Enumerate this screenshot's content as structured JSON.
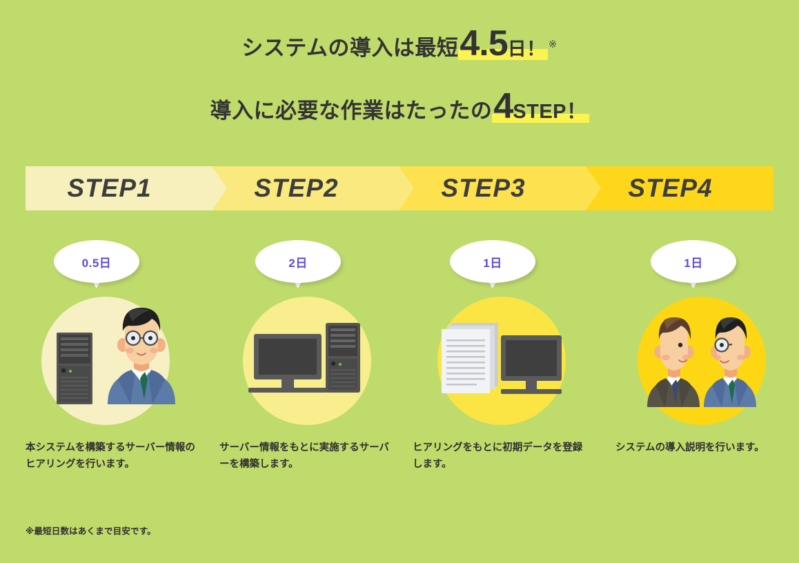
{
  "page": {
    "background_color": "#bfdb6b",
    "highlight_color": "#fbf350",
    "text_color": "#333333"
  },
  "headlines": {
    "line1": {
      "lead": "システムの導入は最短",
      "number": "4.5",
      "unit": "日！",
      "note_mark": "※"
    },
    "line2": {
      "lead": "導入に必要な作業はたったの",
      "number": "4",
      "unit": "STEP！"
    }
  },
  "step_banner": {
    "steps": [
      {
        "label": "STEP1",
        "color": "#f7f0bc",
        "arrow_color": "#f7f0bc"
      },
      {
        "label": "STEP2",
        "color": "#fae97f",
        "arrow_color": "#fae97f"
      },
      {
        "label": "STEP3",
        "color": "#fde14f",
        "arrow_color": "#fde14f"
      },
      {
        "label": "STEP4",
        "color": "#fed71c",
        "arrow_color": "#fed71c"
      }
    ]
  },
  "columns": [
    {
      "duration": "0.5日",
      "circle_color": "#f6f0c4",
      "illustration": "server-and-person-icon",
      "caption": "本システムを構築するサーバー情報のヒアリングを行います。"
    },
    {
      "duration": "2日",
      "circle_color": "#f8ee8e",
      "illustration": "desktop-computer-and-tower-icon",
      "caption": "サーバー情報をもとに実施するサーバーを構築します。"
    },
    {
      "duration": "1日",
      "circle_color": "#fbe545",
      "illustration": "documents-and-monitor-icon",
      "caption": "ヒアリングをもとに初期データを登録します。"
    },
    {
      "duration": "1日",
      "circle_color": "#fdd714",
      "illustration": "two-people-meeting-icon",
      "caption": "システムの導入説明を行います。"
    }
  ],
  "footnote": "※最短日数はあくまで目安です。"
}
